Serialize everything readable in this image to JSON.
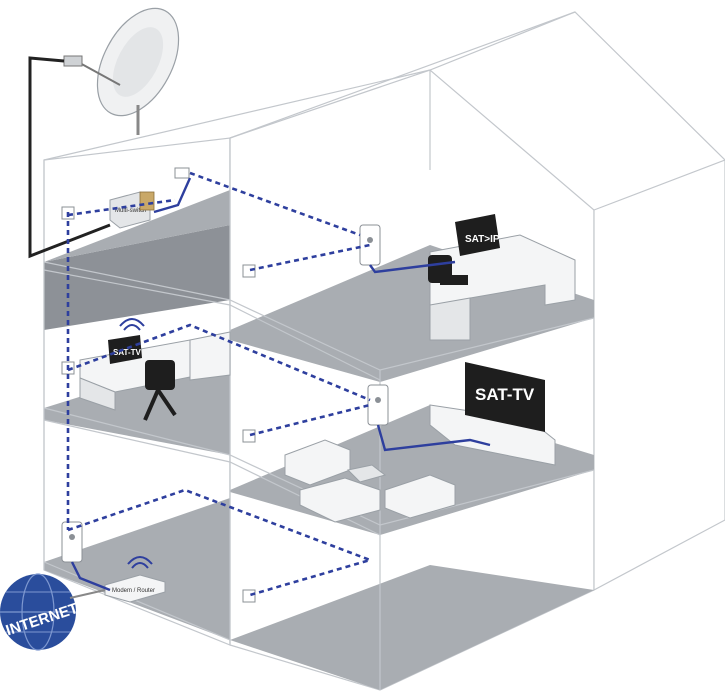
{
  "labels": {
    "sat_ip": "SAT>IP",
    "sat_tv": "SAT-TV",
    "sat_tablet": "SAT-TV",
    "internet": "INTERNET",
    "multiswitch": "Multi-switch",
    "modem": "Modem / Router"
  },
  "colors": {
    "network_line": "#2e3f9e",
    "floor": "#a9adb2",
    "wall_line": "#c3c7cc",
    "globe": "#2a4d9c"
  },
  "icons": [
    "satellite-dish-icon",
    "wifi-icon",
    "globe-icon",
    "powerline-adapter-icon",
    "wall-socket-icon"
  ]
}
